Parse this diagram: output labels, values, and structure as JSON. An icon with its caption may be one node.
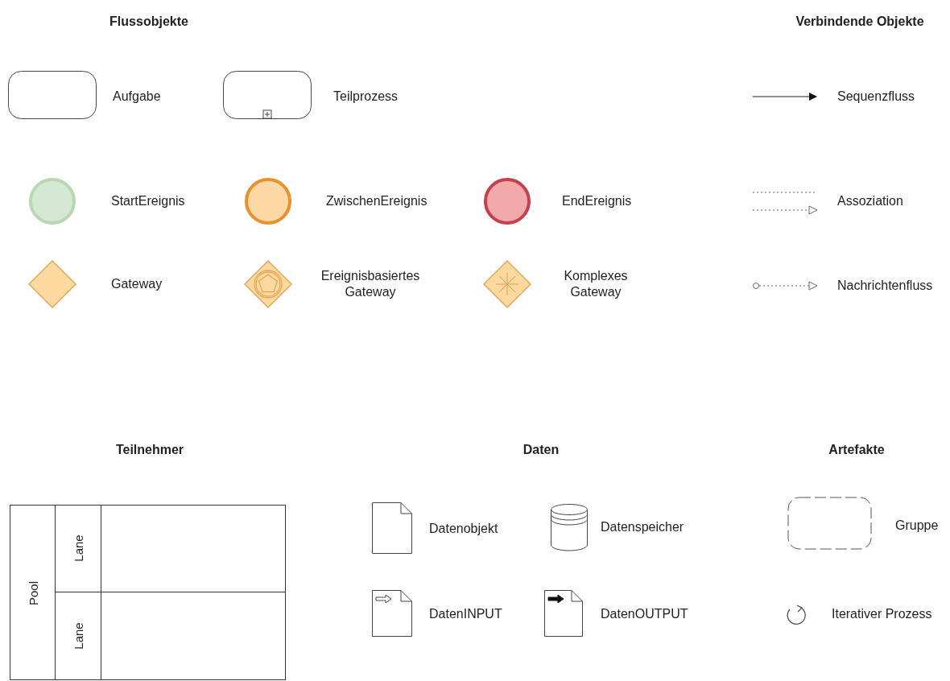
{
  "diagram": {
    "nodes": [
      {
        "text": [],
        "shape": "box",
        "beside": [
          "Aufgabe"
        ]
      },
      {
        "text": [],
        "shape": "box",
        "beside": [
          "Teilprozess"
        ]
      },
      {
        "text": [],
        "shape": "circle",
        "beside": [
          "StartEreignis"
        ]
      },
      {
        "text": [],
        "shape": "circle",
        "beside": [
          "ZwischenEreignis"
        ]
      },
      {
        "text": [],
        "shape": "circle",
        "beside": [
          "EndEreignis"
        ]
      },
      {
        "text": [],
        "shape": "diamond",
        "beside": [
          "Gateway"
        ]
      },
      {
        "text": [],
        "shape": "diamond",
        "beside": [
          "Ereignisbasiertes Gateway"
        ]
      },
      {
        "text": [],
        "shape": "diamond",
        "beside": [
          "Komplexes Gateway"
        ]
      },
      {
        "text": [
          "Pool"
        ]
      },
      {
        "text": [
          "Lane"
        ],
        "in": 8
      },
      {
        "text": [
          "Lane"
        ],
        "in": 8
      },
      {
        "text": [],
        "shape": "document",
        "beside": [
          "Datenobjekt"
        ]
      },
      {
        "text": [],
        "shape": "cylinder",
        "beside": [
          "Datenspeicher"
        ]
      },
      {
        "text": [],
        "shape": "document",
        "beside": [
          "DatenINPUT"
        ]
      },
      {
        "text": [],
        "shape": "document",
        "beside": [
          "DatenOUTPUT"
        ]
      },
      {
        "text": [],
        "shape": "box",
        "beside": [
          "Gruppe"
        ]
      },
      {
        "text": [],
        "shape": "loop",
        "beside": [
          "Iterativer Prozess"
        ]
      }
    ],
    "labels": [
      "Flussobjekte",
      "Verbindende Objekte",
      "Teilnehmer",
      "Daten",
      "Artefakte"
    ],
    "legend": [
      {
        "text": "Sequenzfluss"
      },
      {
        "text": "Assoziation"
      },
      {
        "text": "Nachrichtenfluss"
      }
    ]
  }
}
